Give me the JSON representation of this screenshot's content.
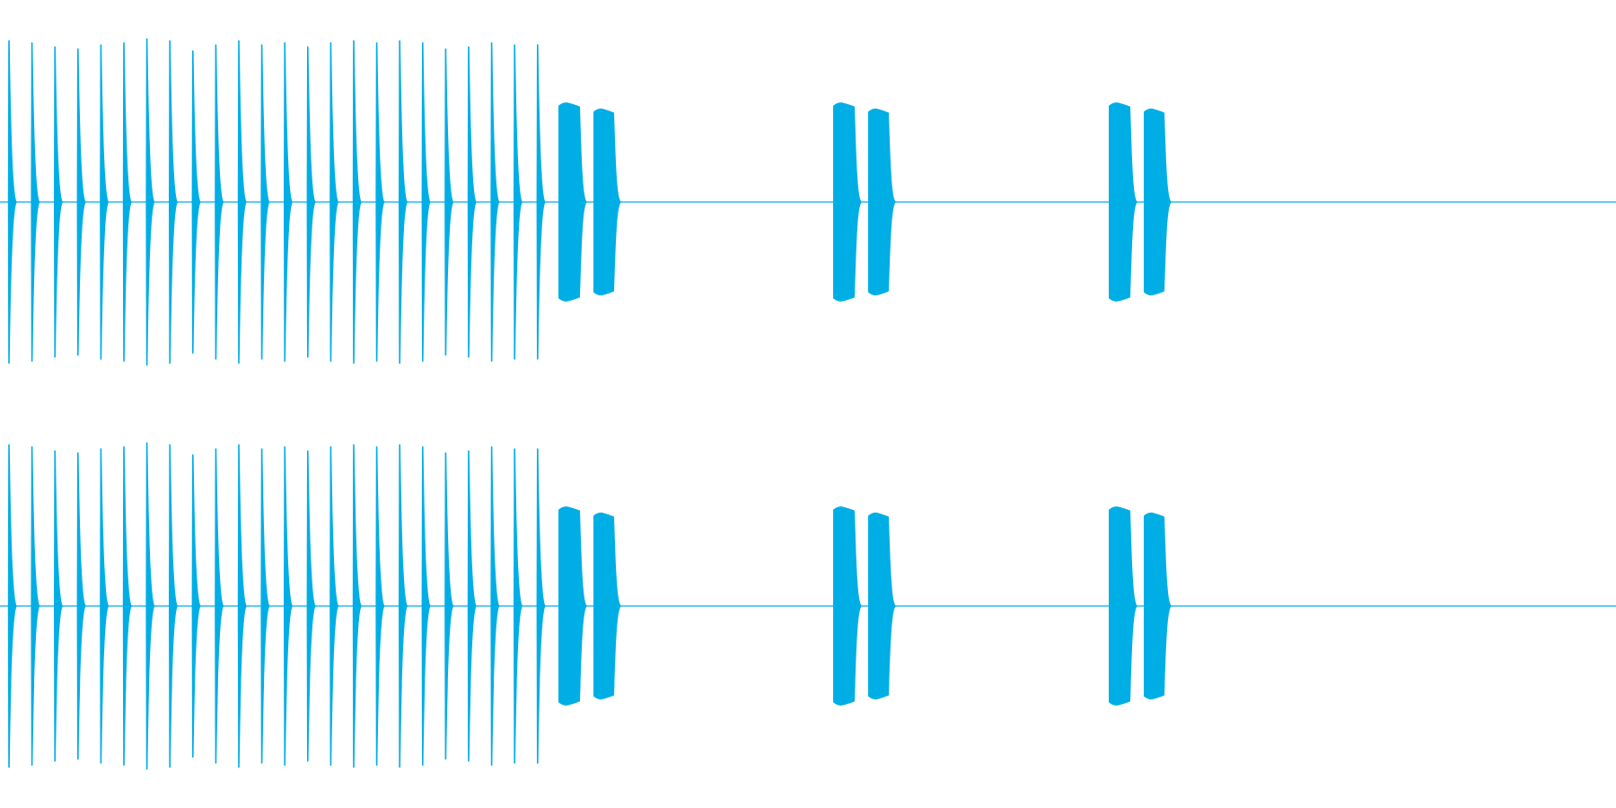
{
  "waveform": {
    "color": "#00aee6",
    "background": "#ffffff",
    "channels": [
      {
        "id": "channel-1"
      },
      {
        "id": "channel-2"
      }
    ],
    "click_train": {
      "count": 24,
      "peak_amplitudes": [
        0.8,
        0.79,
        0.77,
        0.76,
        0.78,
        0.79,
        0.81,
        0.8,
        0.75,
        0.78,
        0.8,
        0.78,
        0.79,
        0.77,
        0.79,
        0.8,
        0.79,
        0.8,
        0.79,
        0.76,
        0.77,
        0.79,
        0.78,
        0.78
      ]
    },
    "tone_bursts": {
      "groups": 3,
      "burst_pairs_per_group": 2,
      "amplitudes": [
        0.49,
        0.46
      ]
    }
  }
}
